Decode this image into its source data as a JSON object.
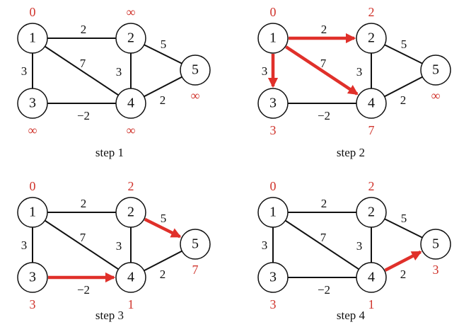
{
  "colors": {
    "highlight": "#e0302a",
    "distance": "#d0342c",
    "edge": "#111111"
  },
  "graph": {
    "nodes": [
      "1",
      "2",
      "3",
      "4",
      "5"
    ],
    "edges": [
      {
        "from": "1",
        "to": "2",
        "weight": "2"
      },
      {
        "from": "1",
        "to": "3",
        "weight": "3"
      },
      {
        "from": "1",
        "to": "4",
        "weight": "7"
      },
      {
        "from": "2",
        "to": "4",
        "weight": "3"
      },
      {
        "from": "2",
        "to": "5",
        "weight": "5"
      },
      {
        "from": "3",
        "to": "4",
        "weight": "−2"
      },
      {
        "from": "4",
        "to": "5",
        "weight": "2"
      }
    ]
  },
  "steps": [
    {
      "caption": "step 1",
      "distances": [
        "0",
        "∞",
        "∞",
        "∞",
        "∞"
      ],
      "highlighted": []
    },
    {
      "caption": "step 2",
      "distances": [
        "0",
        "2",
        "3",
        "7",
        "∞"
      ],
      "highlighted": [
        [
          "1",
          "2"
        ],
        [
          "1",
          "3"
        ],
        [
          "1",
          "4"
        ]
      ]
    },
    {
      "caption": "step 3",
      "distances": [
        "0",
        "2",
        "3",
        "1",
        "7"
      ],
      "highlighted": [
        [
          "2",
          "5"
        ],
        [
          "3",
          "4"
        ]
      ]
    },
    {
      "caption": "step 4",
      "distances": [
        "0",
        "2",
        "3",
        "1",
        "3"
      ],
      "highlighted": [
        [
          "4",
          "5"
        ]
      ]
    }
  ]
}
